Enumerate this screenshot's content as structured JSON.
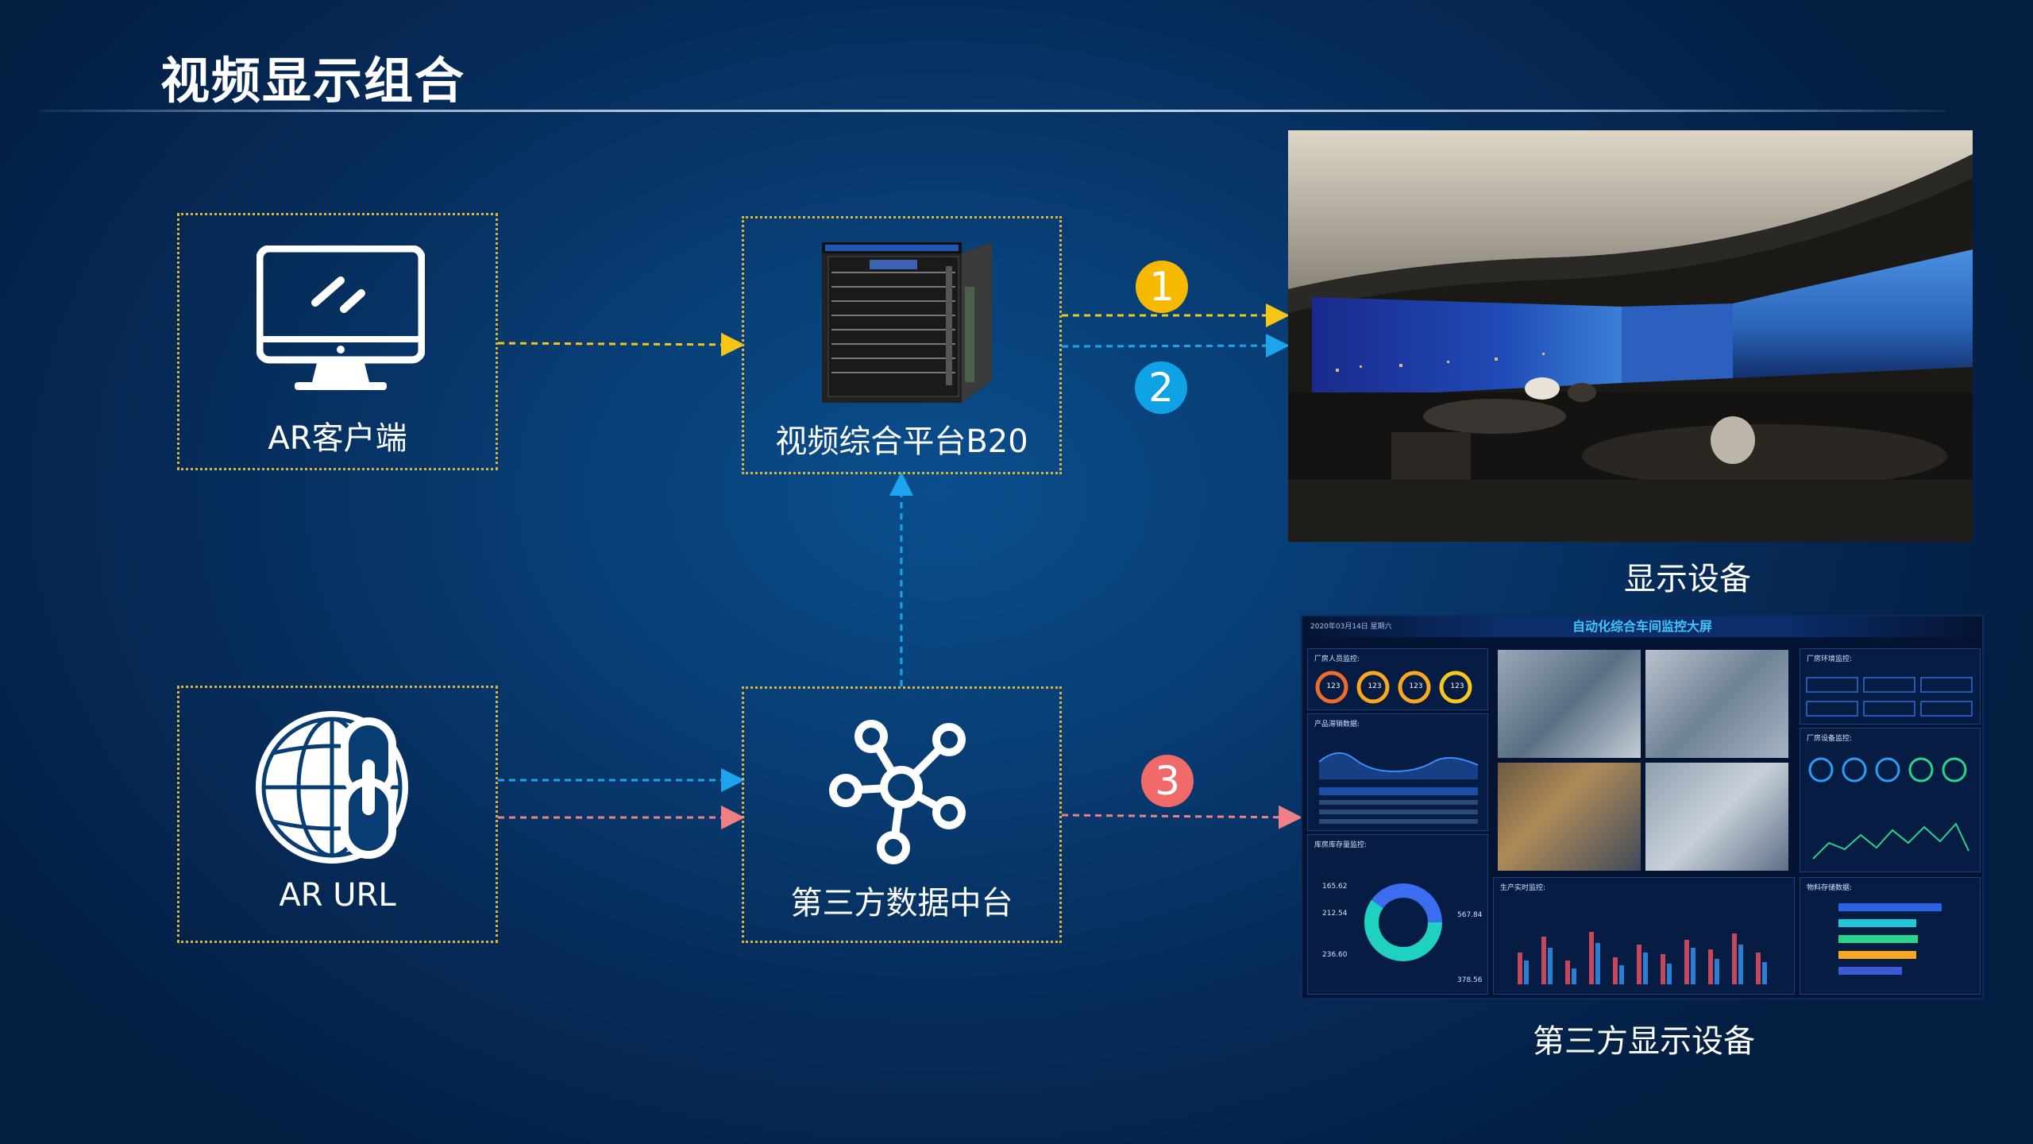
{
  "title": "视频显示组合",
  "nodes": {
    "ar_client": "AR客户端",
    "platform": "视频综合平台B20",
    "ar_url": "AR URL",
    "data_center": "第三方数据中台"
  },
  "badges": {
    "one": "1",
    "two": "2",
    "three": "3"
  },
  "captions": {
    "display": "显示设备",
    "third_display": "第三方显示设备"
  },
  "dashboard": {
    "title": "自动化综合车间监控大屏",
    "date": "2020年03月14日 星期六",
    "panels": {
      "personnel": "厂房人员监控:",
      "product": "产品滞销数据:",
      "inventory": "库房库存量监控:",
      "env": "厂房环境监控:",
      "equipment": "厂房设备监控:",
      "production": "生产实时监控:",
      "material": "物料存储数据:"
    },
    "gauges": [
      "123",
      "123",
      "123",
      "123"
    ],
    "donut_values": [
      "165.62",
      "212.54",
      "236.60",
      "567.84",
      "378.56"
    ]
  },
  "colors": {
    "yellow_line": "#f5c518",
    "blue_line": "#1ea4ef",
    "pink_line": "#f07f86",
    "box_border": "#d8b43c",
    "badge_yellow": "#f7b900",
    "badge_blue": "#0fa3e6",
    "badge_red": "#f06a6a"
  },
  "icons": [
    "monitor-icon",
    "server-chassis-icon",
    "globe-link-icon",
    "network-hub-icon"
  ]
}
